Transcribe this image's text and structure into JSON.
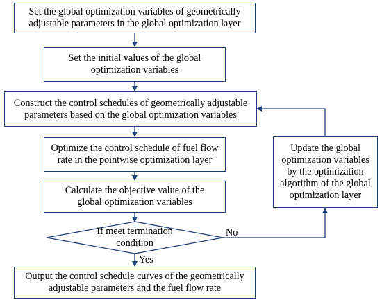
{
  "flowchart": {
    "steps": [
      {
        "lines": [
          "Set the global optimization variables of geometrically",
          "adjustable parameters in the global optimization layer"
        ]
      },
      {
        "lines": [
          "Set the initial values of the global",
          "optimization variables"
        ]
      },
      {
        "lines": [
          "Construct the control schedules of geometrically adjustable",
          "parameters based on the global optimization variables"
        ]
      },
      {
        "lines": [
          "Optimize the control schedule of fuel flow",
          "rate in the pointwise optimization layer"
        ]
      },
      {
        "lines": [
          "Calculate the objective value of the",
          "global optimization variables"
        ]
      },
      {
        "lines": [
          "Output the control schedule curves of the geometrically",
          "adjustable parameters and the fuel flow rate"
        ]
      }
    ],
    "decision": {
      "lines": [
        "If meet termination",
        "condition"
      ]
    },
    "update_step": {
      "lines": [
        "Update the global",
        "optimization variables",
        "by the optimization",
        "algorithm of the global",
        "optimization layer"
      ]
    },
    "yes_label": "Yes",
    "no_label": "No",
    "stroke_color": "#1c3d78"
  }
}
